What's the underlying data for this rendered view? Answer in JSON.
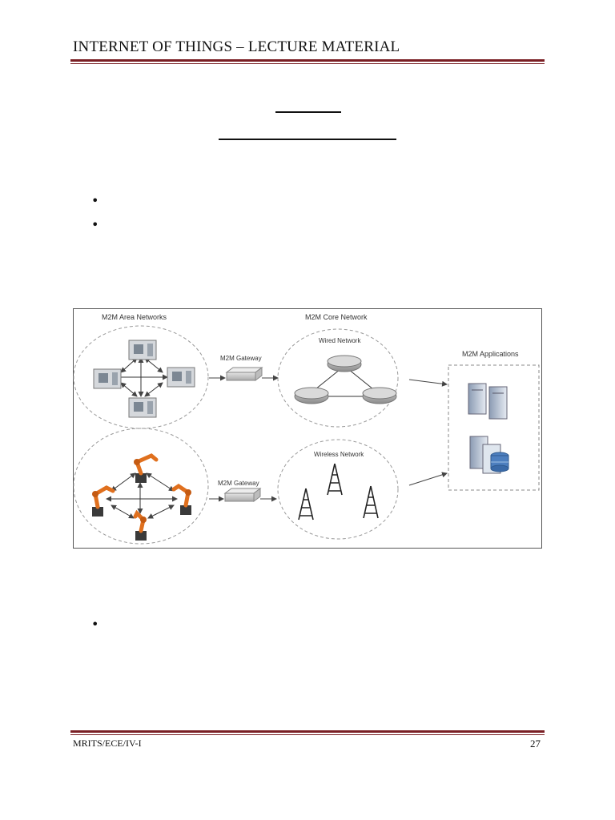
{
  "header": {
    "title": "INTERNET OF THINGS – LECTURE MATERIAL"
  },
  "figure": {
    "area_networks_label": "M2M Area Networks",
    "core_network_label": "M2M Core Network",
    "gateway_top_label": "M2M Gateway",
    "gateway_bottom_label": "M2M Gateway",
    "wired_network_label": "Wired Network",
    "wireless_network_label": "Wireless Network",
    "applications_label": "M2M Applications"
  },
  "footer": {
    "left": "MRITS/ECE/IV-I",
    "page_number": "27"
  }
}
